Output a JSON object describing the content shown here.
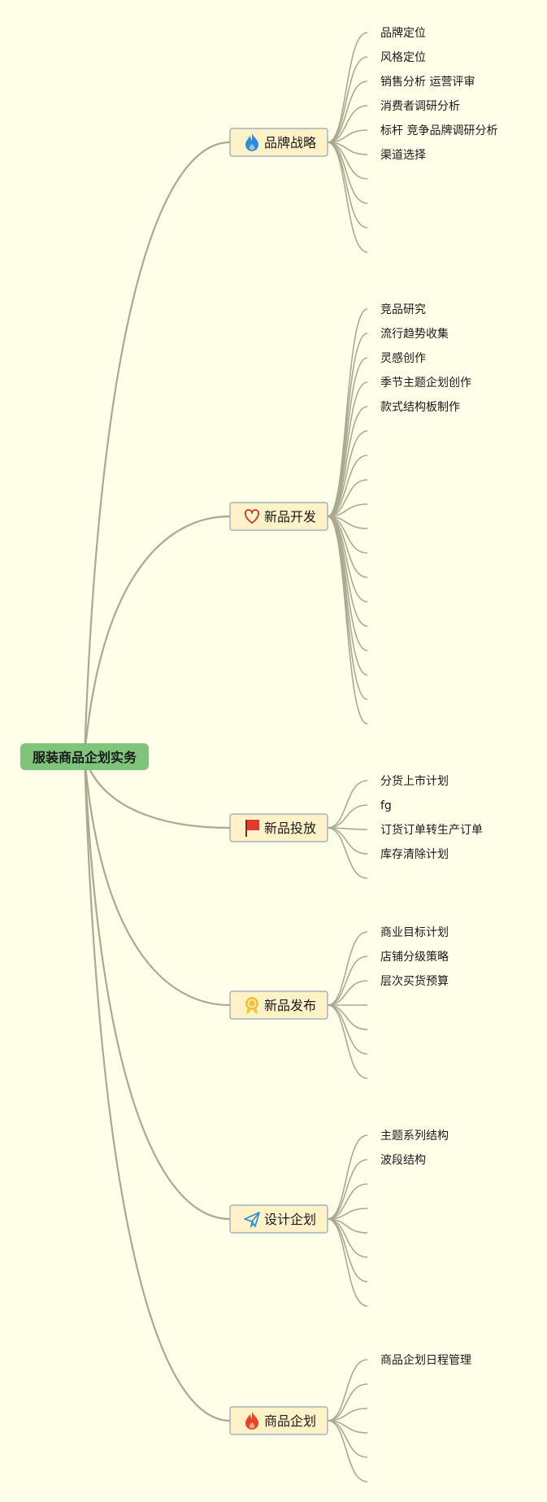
{
  "colors": {
    "background": "#FEFEE9",
    "root_fill": "#7FC47B",
    "branch_fill": "#FFF1C8",
    "branch_border": "#8FA6B4",
    "line": "#ABA98F"
  },
  "root": {
    "label": "服装商品企划实务"
  },
  "branches": [
    {
      "label": "品牌战略",
      "icon": "flame-blue-icon",
      "icon_color": "#2A8FD8",
      "leaves": [
        "品牌定位",
        "风格定位",
        "销售分析 运营评审",
        "消费者调研分析",
        "标杆 竞争品牌调研分析",
        "渠道选择",
        "",
        "",
        "",
        ""
      ]
    },
    {
      "label": "新品开发",
      "icon": "heart-outline-icon",
      "icon_color": "#C0392B",
      "leaves": [
        "竞品研究",
        "流行趋势收集",
        "灵感创作",
        "季节主题企划创作",
        "款式结构板制作",
        "",
        "",
        "",
        "",
        "",
        "",
        "",
        "",
        "",
        "",
        "",
        "",
        ""
      ]
    },
    {
      "label": "新品投放",
      "icon": "red-flag-icon",
      "icon_color": "#E03A2F",
      "leaves": [
        "分货上市计划",
        "fg",
        "订货订单转生产订单",
        "库存清除计划",
        ""
      ]
    },
    {
      "label": "新品发布",
      "icon": "award-medal-icon",
      "icon_color": "#F2C230",
      "leaves": [
        "商业目标计划",
        "店铺分级策略",
        "层次买货预算",
        "",
        "",
        "",
        ""
      ]
    },
    {
      "label": "设计企划",
      "icon": "paper-plane-icon",
      "icon_color": "#2A8FD8",
      "leaves": [
        "主题系列结构",
        "波段结构",
        "",
        "",
        "",
        "",
        "",
        ""
      ]
    },
    {
      "label": "商品企划",
      "icon": "flame-red-icon",
      "icon_color": "#E8442A",
      "leaves": [
        "商品企划日程管理",
        "",
        "",
        "",
        "",
        ""
      ]
    }
  ]
}
